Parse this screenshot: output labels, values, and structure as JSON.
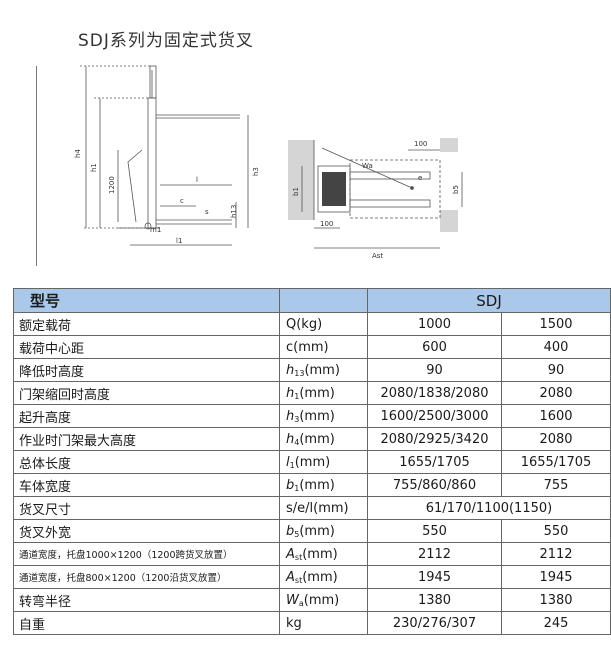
{
  "page": {
    "title": "SDJ系列为固定式货叉"
  },
  "diagram": {
    "labels": {
      "h4": "h4",
      "h1": "h1",
      "h3": "h3",
      "h13": "h13",
      "s": "s",
      "c": "c",
      "l": "l",
      "m1": "m1",
      "l1": "l1",
      "b1": "b1",
      "b5": "b5",
      "e": "e",
      "wa": "Wa",
      "ast": "Ast",
      "d1200": "1200",
      "d100_top": "100",
      "d100_bottom": "100"
    }
  },
  "table": {
    "header": {
      "name": "型号",
      "model": "SDJ"
    },
    "rows": [
      {
        "name": "额定载荷",
        "unit": "Q(kg)",
        "v1": "1000",
        "v2": "1500"
      },
      {
        "name": "载荷中心距",
        "unit": "c(mm)",
        "v1": "600",
        "v2": "400"
      },
      {
        "name": "降低时高度",
        "unit_sym": "h",
        "unit_sub": "13",
        "unit_rest": "(mm)",
        "v1": "90",
        "v2": "90"
      },
      {
        "name": "门架缩回时高度",
        "unit_sym": "h",
        "unit_sub": "1",
        "unit_rest": "(mm)",
        "v1": "2080/1838/2080",
        "v2": "2080"
      },
      {
        "name": "起升高度",
        "unit_sym": "h",
        "unit_sub": "3",
        "unit_rest": "(mm)",
        "v1": "1600/2500/3000",
        "v2": "1600"
      },
      {
        "name": "作业时门架最大高度",
        "unit_sym": "h",
        "unit_sub": "4",
        "unit_rest": "(mm)",
        "v1": "2080/2925/3420",
        "v2": "2080"
      },
      {
        "name": "总体长度",
        "unit_sym": "l",
        "unit_sub": "1",
        "unit_rest": "(mm)",
        "v1": "1655/1705",
        "v2": "1655/1705"
      },
      {
        "name": "车体宽度",
        "unit_sym": "b",
        "unit_sub": "1",
        "unit_rest": "(mm)",
        "v1": "755/860/860",
        "v2": "755"
      },
      {
        "name": "货叉尺寸",
        "unit": "s/e/l(mm)",
        "merged": "61/170/1100(1150)"
      },
      {
        "name": "货叉外宽",
        "unit_sym": "b",
        "unit_sub": "5",
        "unit_rest": "(mm)",
        "v1": "550",
        "v2": "550"
      },
      {
        "name": "通道宽度，托盘1000×1200（1200跨货叉放置）",
        "unit_sym": "A",
        "unit_sub": "st",
        "unit_rest": "(mm)",
        "v1": "2112",
        "v2": "2112"
      },
      {
        "name": "通道宽度，托盘800×1200（1200沿货叉放置）",
        "unit_sym": "A",
        "unit_sub": "st",
        "unit_rest": "(mm)",
        "v1": "1945",
        "v2": "1945"
      },
      {
        "name": "转弯半径",
        "unit_sym": "W",
        "unit_sub": "a",
        "unit_rest": "(mm)",
        "v1": "1380",
        "v2": "1380"
      },
      {
        "name": "自重",
        "unit": "kg",
        "v1": "230/276/307",
        "v2": "245"
      }
    ]
  }
}
